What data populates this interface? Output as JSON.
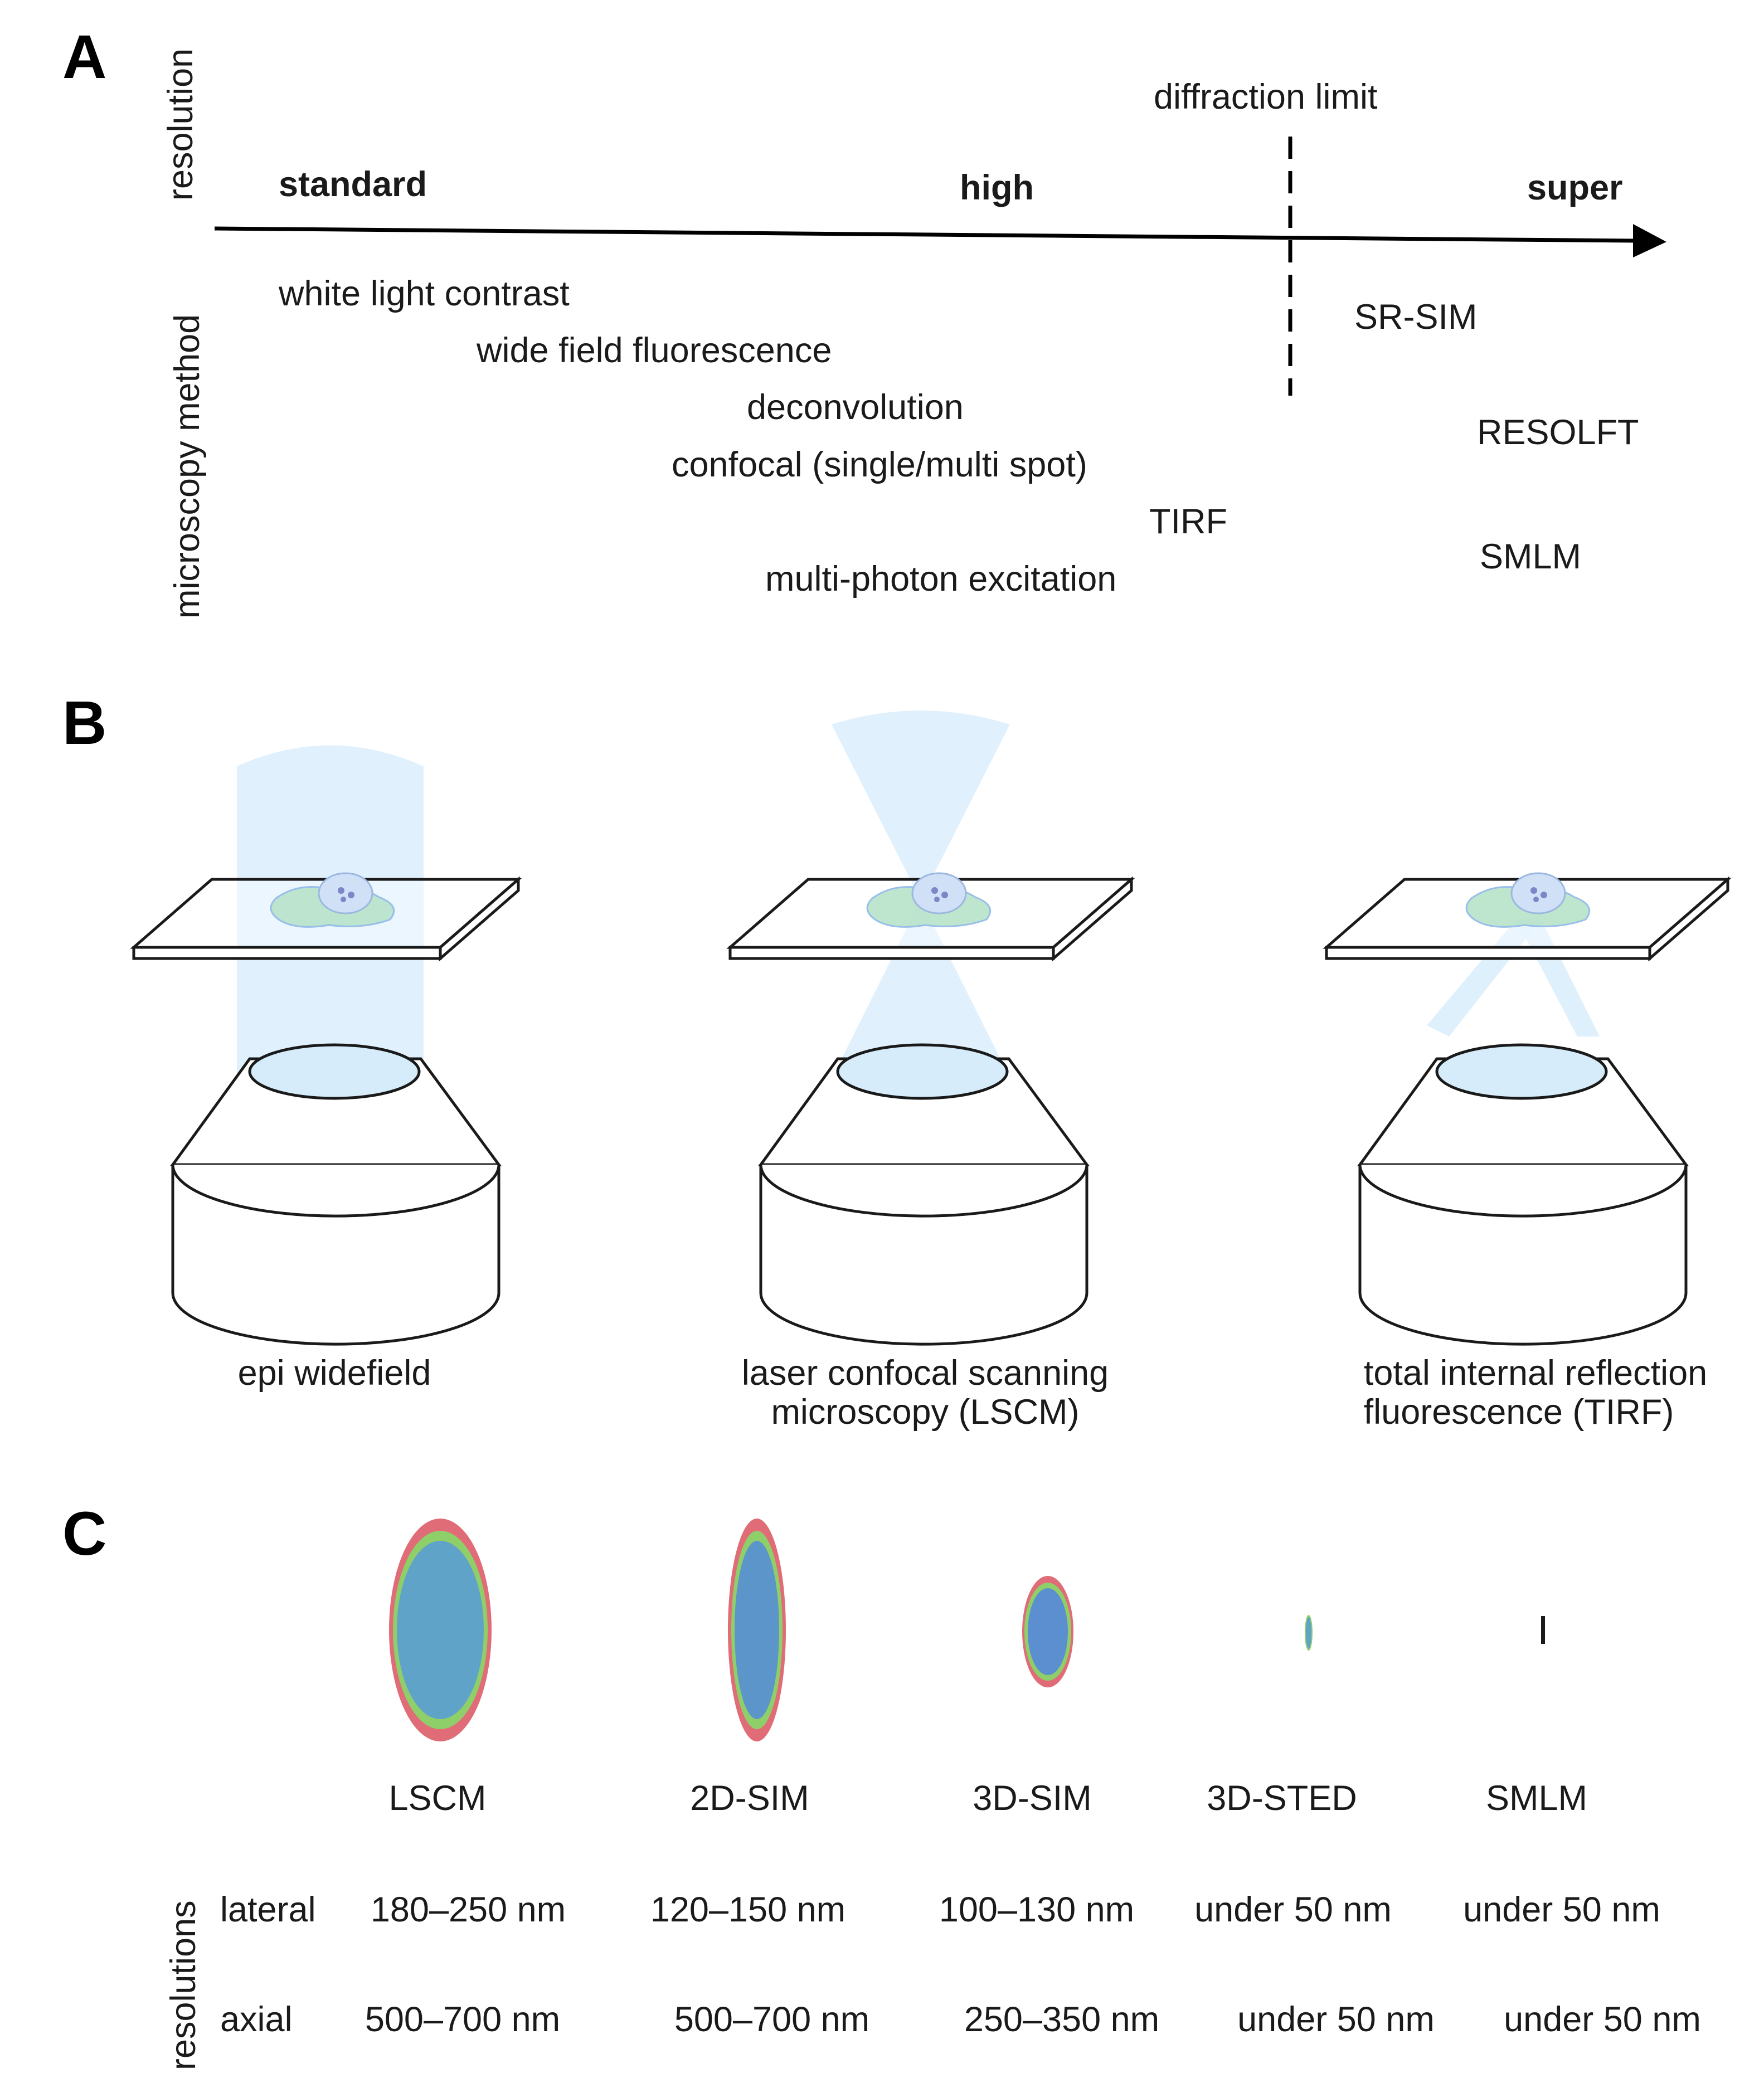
{
  "panel_a": {
    "letter": "A",
    "side_label_top": "resolution",
    "side_label_bottom": "microscopy method",
    "diffraction_label": "diffraction limit",
    "scale": [
      {
        "id": "standard",
        "label": "standard"
      },
      {
        "id": "high",
        "label": "high"
      },
      {
        "id": "super",
        "label": "super"
      }
    ],
    "methods_left": [
      "white light contrast",
      "wide field fluorescence",
      "deconvolution",
      "confocal (single/multi spot)",
      "TIRF",
      "multi-photon excitation"
    ],
    "methods_right": [
      "SR-SIM",
      "RESOLFT",
      "SMLM"
    ]
  },
  "panel_b": {
    "letter": "B",
    "setups": [
      {
        "line1": "epi widefield",
        "line2": ""
      },
      {
        "line1": "laser confocal  scanning",
        "line2": "microscopy (LSCM)"
      },
      {
        "line1": "total internal reflection",
        "line2": "fluorescence (TIRF)"
      }
    ],
    "colors": {
      "light_beam": "#dbeefd",
      "lens": "#d6ecfb",
      "outline": "#1a1a1a"
    }
  },
  "panel_c": {
    "letter": "C",
    "side_label": "resolutions",
    "row_labels": {
      "lateral": "lateral",
      "axial": "axial"
    },
    "methods": [
      {
        "name": "LSCM",
        "lateral": "180–250 nm",
        "axial": "500–700 nm"
      },
      {
        "name": "2D-SIM",
        "lateral": "120–150 nm",
        "axial": "500–700 nm"
      },
      {
        "name": "3D-SIM",
        "lateral": "100–130 nm",
        "axial": "250–350 nm"
      },
      {
        "name": "3D-STED",
        "lateral": "under 50 nm",
        "axial": "under 50 nm"
      },
      {
        "name": "SMLM",
        "lateral": "under 50 nm",
        "axial": "under 50 nm"
      }
    ],
    "colors": {
      "outer": "#e06c78",
      "middle": "#8fcf6a",
      "inner": "#5fa3c9"
    }
  }
}
